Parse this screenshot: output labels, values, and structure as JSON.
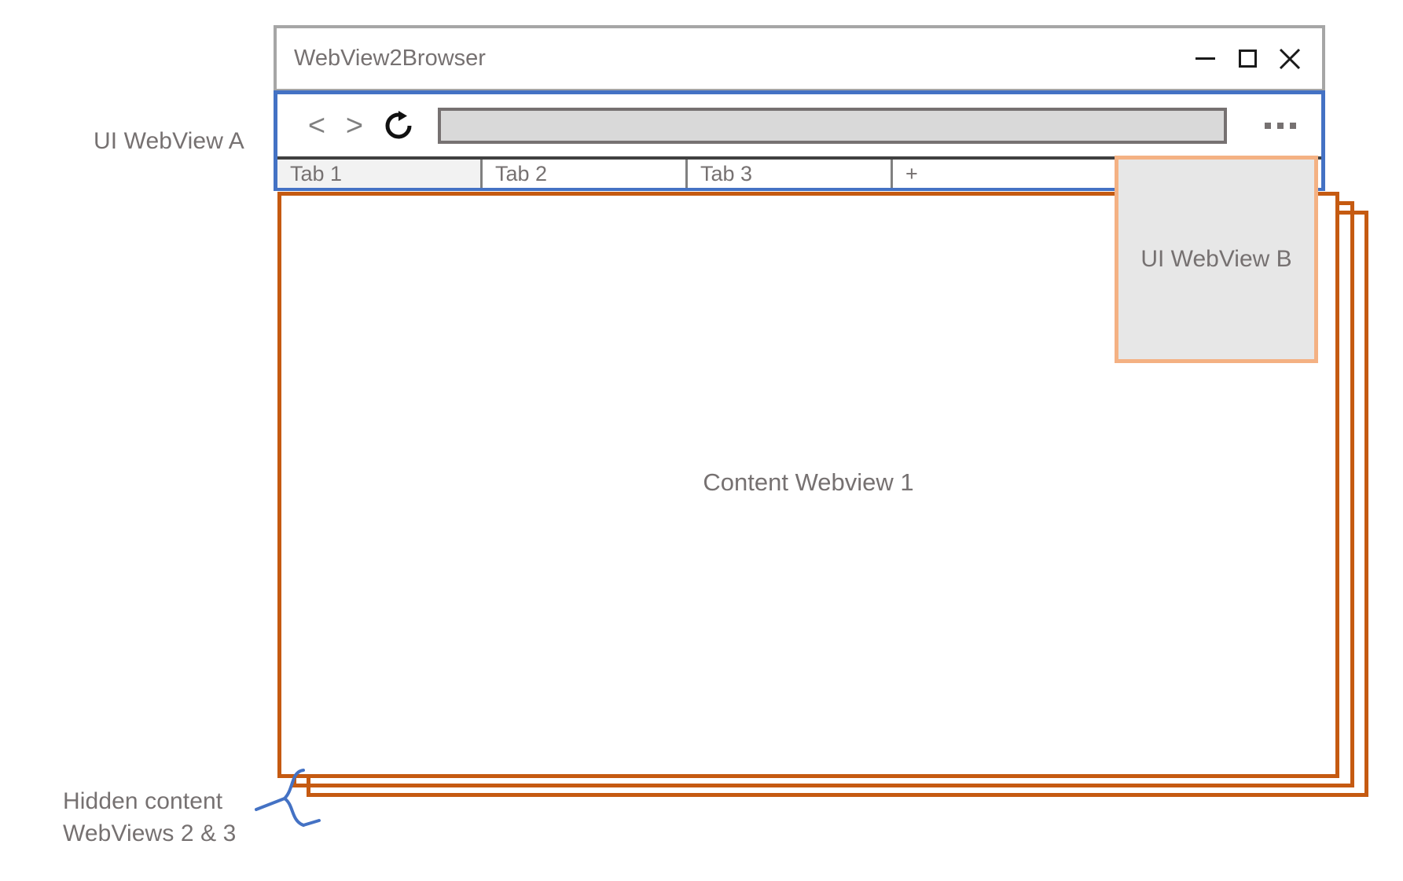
{
  "annotations": {
    "webview_a_label": "UI WebView A",
    "hidden_content_label": "Hidden content\nWebViews 2 & 3",
    "webview_b_label": "UI WebView B",
    "content_webview_label": "Content Webview 1"
  },
  "window": {
    "title": "WebView2Browser",
    "controls": {
      "minimize": "minimize-icon",
      "maximize": "maximize-icon",
      "close": "close-icon"
    }
  },
  "toolbar": {
    "back_label": "<",
    "forward_label": ">",
    "reload_icon": "reload-icon",
    "address_value": "",
    "address_placeholder": "",
    "overflow_label": "..."
  },
  "tabs": [
    {
      "label": "Tab 1",
      "active": true
    },
    {
      "label": "Tab 2",
      "active": false
    },
    {
      "label": "Tab 3",
      "active": false
    }
  ],
  "new_tab_label": "+",
  "colors": {
    "ui_webview_a_border": "#4472C4",
    "ui_webview_b_border": "#F4B183",
    "ui_webview_b_fill": "#E7E7E7",
    "content_webview_border": "#C55A11",
    "window_border": "#A6A6A6",
    "text_gray": "#767171",
    "address_fill": "#D9D9D9",
    "address_border": "#767171",
    "active_tab_fill": "#F2F2F2",
    "brace": "#4472C4"
  }
}
